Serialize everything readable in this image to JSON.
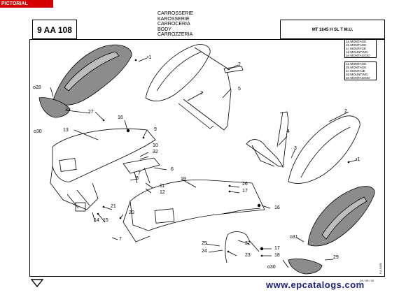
{
  "tag": "PICTORIAL CONTENTS",
  "header": {
    "code": "9 AA 108",
    "languages": [
      "CARROSSERIE",
      "KAROSSERIE",
      "CARROCERIA",
      "BODY",
      "CARROZZERIA"
    ],
    "model": "MT 1645 H SL T M.U."
  },
  "legend_top": [
    "1a MONTAGE",
    "1b MONTAGE",
    "1c MONTAGE",
    "1d MOUNTING",
    "1e MONTAGGIO"
  ],
  "legend_bottom": [
    "2a MONTAGE",
    "2b MONTAGE",
    "2c MONTAJE",
    "2d MOUNTING",
    "2e MONTAGGIO"
  ],
  "callouts": {
    "n1a": "1",
    "n2a": "2",
    "n2b": "2",
    "n5": "5",
    "n28": "28",
    "n31a": "31",
    "n30a": "30",
    "n27": "27",
    "n13": "13",
    "n16a": "16",
    "n9": "9",
    "n10": "10",
    "n32": "32",
    "n6": "6",
    "n7": "7",
    "n8": "8",
    "n11": "11",
    "n12": "12",
    "n19": "19",
    "n26": "26",
    "n17a": "17",
    "n16b": "16",
    "n21": "21",
    "n14": "14",
    "n15": "15",
    "n20": "20",
    "n7b": "7",
    "n4": "4",
    "n3": "3",
    "n2c": "2",
    "n1b": "1",
    "n25": "25",
    "n24": "24",
    "n22": "22",
    "n23": "23",
    "n17b": "17",
    "n18": "18",
    "n31b": "31",
    "n30b": "30",
    "n29": "29"
  },
  "refs": {
    "date": "29 / 09 / 03",
    "drawing": "F.A.0180"
  },
  "url": "www.epcatalogs.com"
}
